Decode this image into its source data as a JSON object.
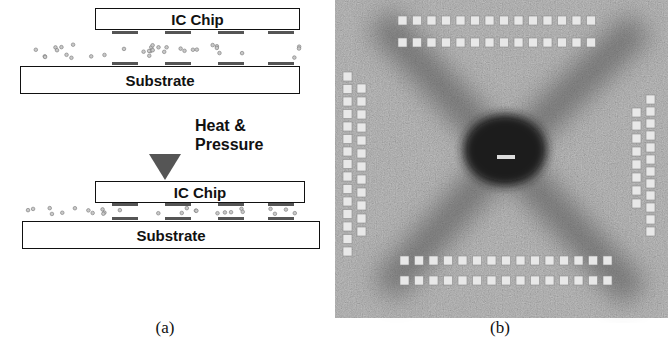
{
  "diagram": {
    "nodes": [
      {
        "text": [
          "IC Chip"
        ]
      },
      {
        "text": [
          "Substrate"
        ]
      },
      {
        "text": [
          "IC Chip"
        ]
      },
      {
        "text": [
          "Substrate"
        ]
      }
    ],
    "edges": [
      {
        "from": 1,
        "to": 2,
        "arrow": "to",
        "label": "Heat & Pressure"
      }
    ],
    "labels": [
      "(a)",
      "(b)"
    ]
  }
}
